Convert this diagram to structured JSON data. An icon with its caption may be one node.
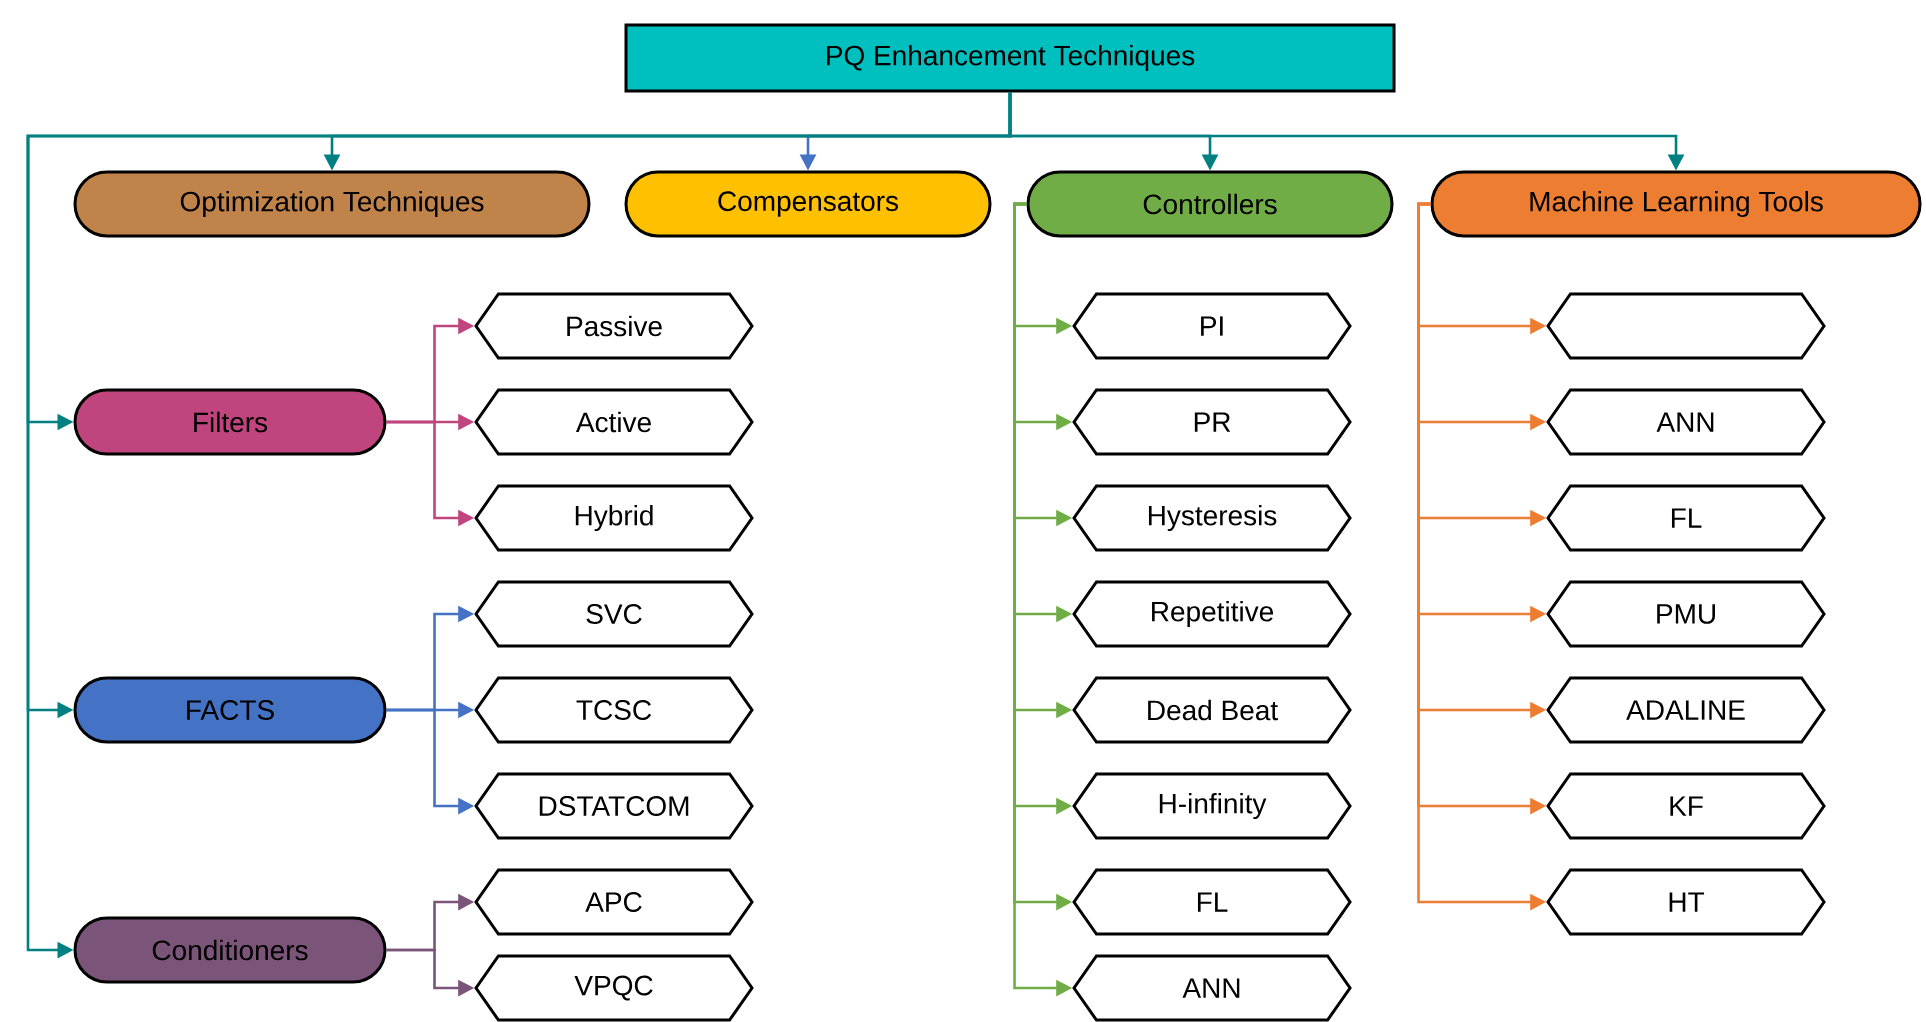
{
  "diagram": {
    "nodes": [
      {
        "text": [
          "PQ Enhancement Techniques"
        ]
      },
      {
        "text": [
          "Optimization Techniques"
        ]
      },
      {
        "text": [
          "Compensators"
        ]
      },
      {
        "text": [
          "Controllers"
        ]
      },
      {
        "text": [
          "Machine Learning Tools"
        ]
      },
      {
        "text": [
          "Filters"
        ]
      },
      {
        "text": [
          "Passive"
        ]
      },
      {
        "text": [
          "Active"
        ]
      },
      {
        "text": [
          "Hybrid"
        ]
      },
      {
        "text": [
          "FACTS"
        ]
      },
      {
        "text": [
          "SVC"
        ]
      },
      {
        "text": [
          "TCSC"
        ]
      },
      {
        "text": [
          "DSTATCOM"
        ]
      },
      {
        "text": [
          "Conditioners"
        ]
      },
      {
        "text": [
          "APC"
        ]
      },
      {
        "text": [
          "VPQC"
        ]
      },
      {
        "text": [
          "PI"
        ]
      },
      {
        "text": [
          "PR"
        ]
      },
      {
        "text": [
          "Hysteresis"
        ]
      },
      {
        "text": [
          "Repetitive"
        ]
      },
      {
        "text": [
          "Dead Beat"
        ]
      },
      {
        "text": [
          "H-infinity"
        ]
      },
      {
        "text": [
          "FL"
        ]
      },
      {
        "text": [
          "ANN"
        ]
      },
      {
        "text": [],
        "shape": "hexagon"
      },
      {
        "text": [
          "ANN"
        ]
      },
      {
        "text": [
          "FL"
        ]
      },
      {
        "text": [
          "PMU"
        ]
      },
      {
        "text": [
          "ADALINE"
        ]
      },
      {
        "text": [
          "KF"
        ]
      },
      {
        "text": [
          "HT"
        ]
      }
    ],
    "edges": [
      {
        "from": 0,
        "to": 1,
        "arrow": "to",
        "color": "#008080"
      },
      {
        "from": 0,
        "to": 2,
        "arrow": "to",
        "color": "#4472c4"
      },
      {
        "from": 0,
        "to": 3,
        "arrow": "to",
        "color": "#008080"
      },
      {
        "from": 0,
        "to": 4,
        "arrow": "to",
        "color": "#008080"
      },
      {
        "from": 0,
        "to": 5,
        "arrow": "to",
        "color": "#008080"
      },
      {
        "from": 0,
        "to": 9,
        "arrow": "to",
        "color": "#008080"
      },
      {
        "from": 0,
        "to": 13,
        "arrow": "to",
        "color": "#008080"
      },
      {
        "from": 5,
        "to": 6,
        "arrow": "to",
        "color": "#c0457e"
      },
      {
        "from": 5,
        "to": 7,
        "arrow": "to",
        "color": "#c0457e"
      },
      {
        "from": 5,
        "to": 8,
        "arrow": "to",
        "color": "#c0457e"
      },
      {
        "from": 9,
        "to": 10,
        "arrow": "to",
        "color": "#4472c4"
      },
      {
        "from": 9,
        "to": 11,
        "arrow": "to",
        "color": "#4472c4"
      },
      {
        "from": 9,
        "to": 12,
        "arrow": "to",
        "color": "#4472c4"
      },
      {
        "from": 13,
        "to": 14,
        "arrow": "to",
        "color": "#7b5479"
      },
      {
        "from": 13,
        "to": 15,
        "arrow": "to",
        "color": "#7b5479"
      },
      {
        "from": 3,
        "to": 16,
        "arrow": "to",
        "color": "#70ad47"
      },
      {
        "from": 3,
        "to": 17,
        "arrow": "to",
        "color": "#70ad47"
      },
      {
        "from": 3,
        "to": 18,
        "arrow": "to",
        "color": "#70ad47"
      },
      {
        "from": 3,
        "to": 19,
        "arrow": "to",
        "color": "#70ad47"
      },
      {
        "from": 3,
        "to": 20,
        "arrow": "to",
        "color": "#70ad47"
      },
      {
        "from": 3,
        "to": 21,
        "arrow": "to",
        "color": "#70ad47"
      },
      {
        "from": 3,
        "to": 22,
        "arrow": "to",
        "color": "#70ad47"
      },
      {
        "from": 3,
        "to": 23,
        "arrow": "to",
        "color": "#70ad47"
      },
      {
        "from": 4,
        "to": 24,
        "arrow": "to",
        "color": "#ed7d31"
      },
      {
        "from": 4,
        "to": 25,
        "arrow": "to",
        "color": "#ed7d31"
      },
      {
        "from": 4,
        "to": 26,
        "arrow": "to",
        "color": "#ed7d31"
      },
      {
        "from": 4,
        "to": 27,
        "arrow": "to",
        "color": "#ed7d31"
      },
      {
        "from": 4,
        "to": 28,
        "arrow": "to",
        "color": "#ed7d31"
      },
      {
        "from": 4,
        "to": 29,
        "arrow": "to",
        "color": "#ed7d31"
      },
      {
        "from": 4,
        "to": 30,
        "arrow": "to",
        "color": "#ed7d31"
      }
    ]
  }
}
